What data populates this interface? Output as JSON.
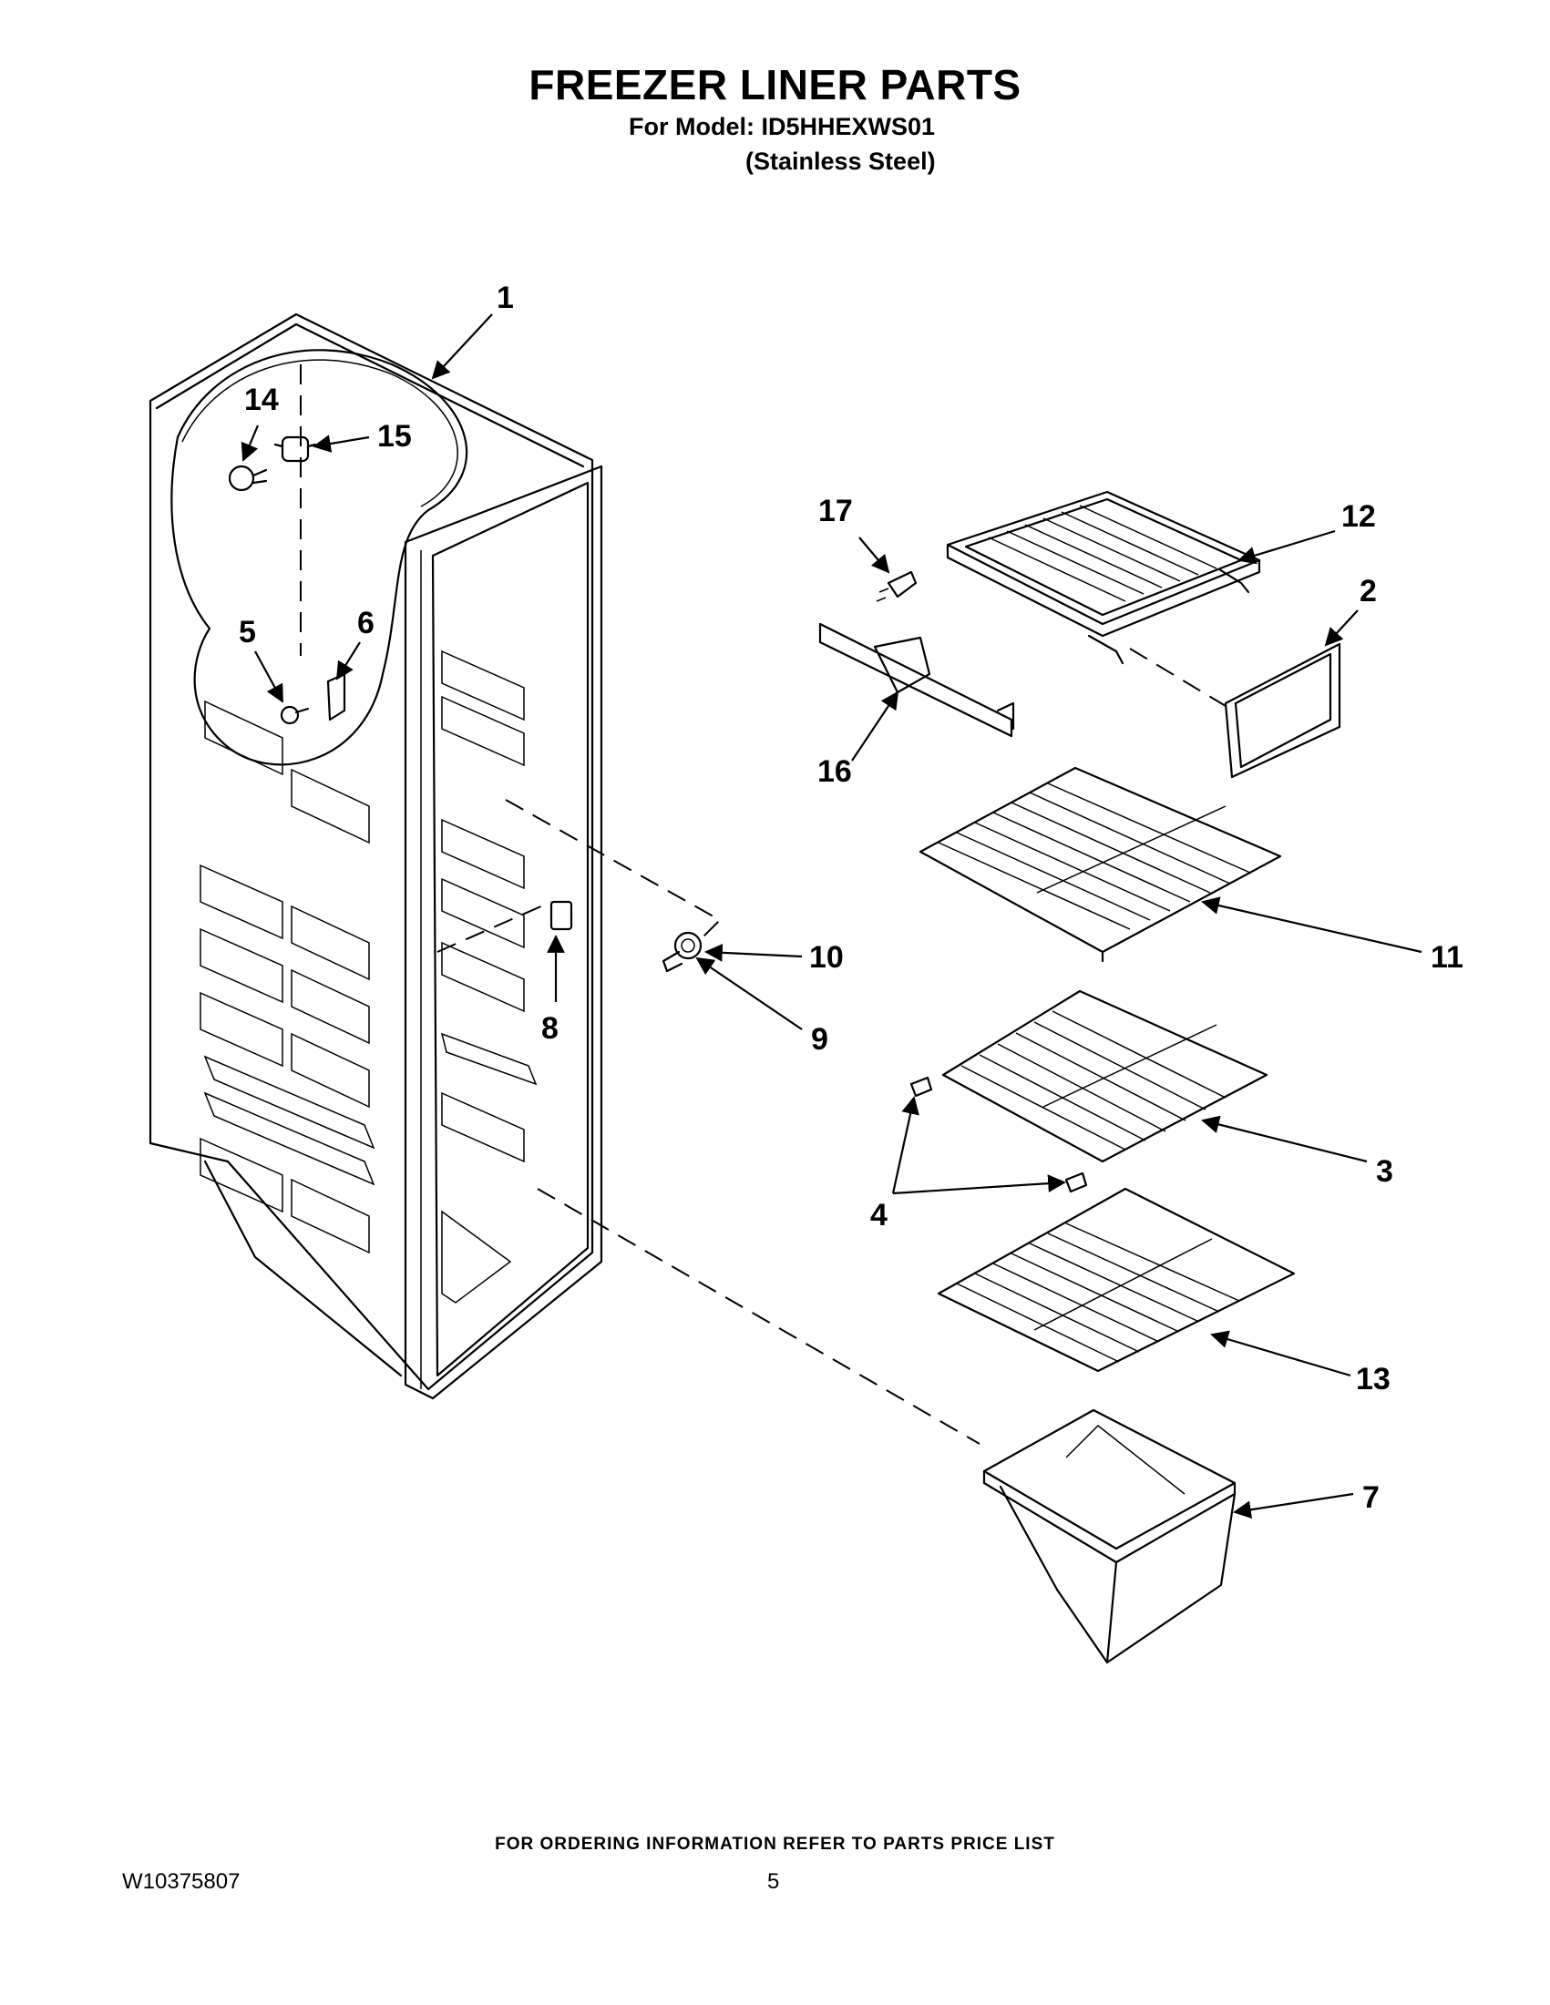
{
  "header": {
    "title": "FREEZER LINER PARTS",
    "model_line": "For Model: ID5HHEXWS01",
    "variant_line": "(Stainless Steel)"
  },
  "callouts": [
    "1",
    "2",
    "3",
    "4",
    "5",
    "6",
    "7",
    "8",
    "9",
    "10",
    "11",
    "12",
    "13",
    "14",
    "15",
    "16",
    "17"
  ],
  "footer": {
    "ordering_note": "FOR ORDERING INFORMATION REFER TO PARTS PRICE LIST",
    "doc_number": "W10375807",
    "page_number": "5"
  }
}
